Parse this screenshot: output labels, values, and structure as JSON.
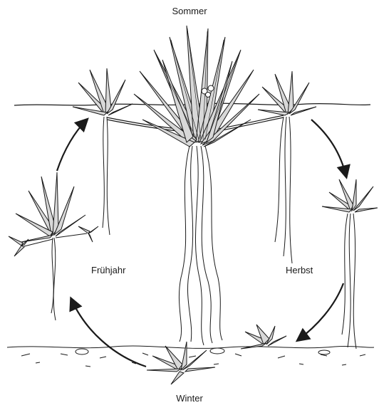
{
  "diagram": {
    "seasons": {
      "top": "Sommer",
      "right": "Herbst",
      "bottom": "Winter",
      "left": "Frühjahr"
    },
    "colors": {
      "ink": "#1a1a1a",
      "leaf_fill": "#d8d8d8",
      "background": "#ffffff"
    }
  }
}
